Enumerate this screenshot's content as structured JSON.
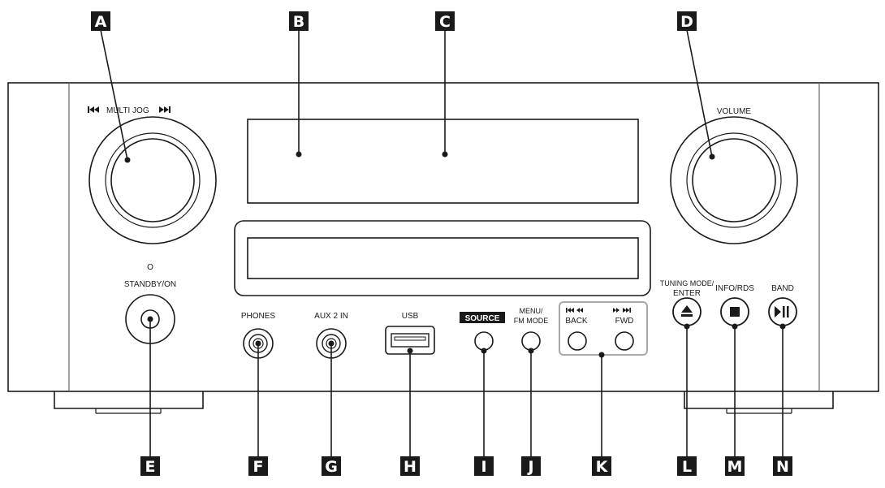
{
  "callouts": {
    "A": "A",
    "B": "B",
    "C": "C",
    "D": "D",
    "E": "E",
    "F": "F",
    "G": "G",
    "H": "H",
    "I": "I",
    "J": "J",
    "K": "K",
    "L": "L",
    "M": "M",
    "N": "N"
  },
  "panel": {
    "multi_jog": "MULTI JOG",
    "volume": "VOLUME",
    "standby_symbol": "O",
    "standby_on": "STANDBY/ON",
    "phones": "PHONES",
    "aux_in": "AUX 2 IN",
    "usb": "USB",
    "source": "SOURCE",
    "menu_line1": "MENU/",
    "menu_line2": "FM MODE",
    "back": "BACK",
    "fwd": "FWD",
    "tuning_line1": "TUNING MODE/",
    "tuning_line2": "ENTER",
    "info_rds": "INFO/RDS",
    "band": "BAND"
  },
  "colors": {
    "line": "#1a1a1a",
    "label_bg": "#1a1a1a",
    "label_text": "#ffffff",
    "group_outline": "#a9a9a9",
    "panel_edge": "#666666"
  }
}
